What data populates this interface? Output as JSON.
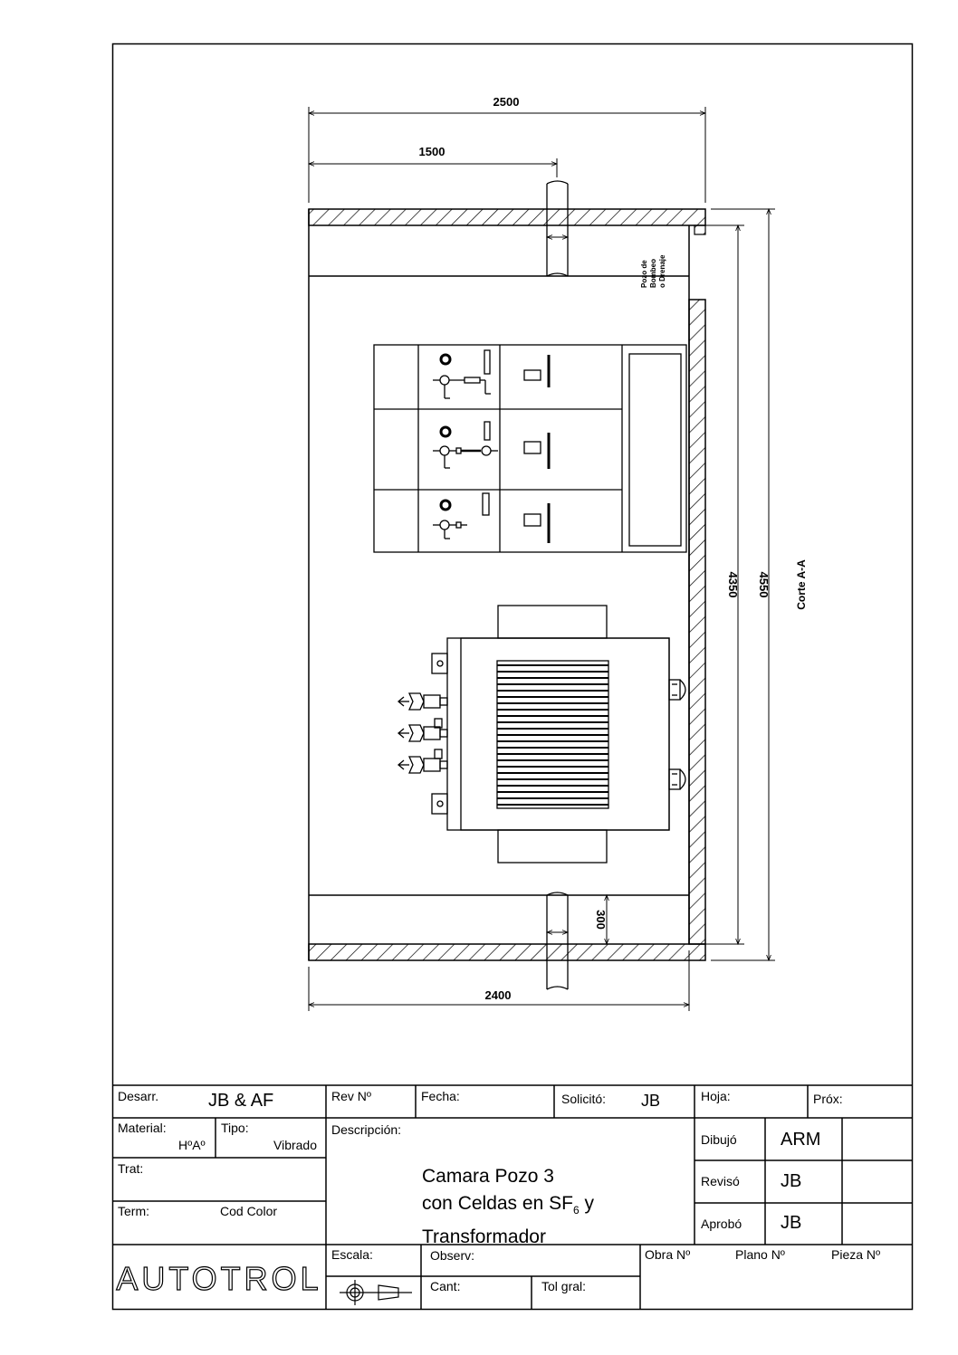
{
  "dimensions": {
    "overall_width": "2500",
    "axis_offset": "1500",
    "inner_width": "2400",
    "inner_height": "4350",
    "outer_height": "4550",
    "pit_depth": "300"
  },
  "labels": {
    "section": "Corte A-A",
    "drain_line1": "Pozo de",
    "drain_line2": "Bombeo",
    "drain_line3": "o Drenaje"
  },
  "title_block": {
    "desarr_label": "Desarr.",
    "desarr_value": "JB & AF",
    "rev_label": "Rev Nº",
    "fecha_label": "Fecha:",
    "solicito_label": "Solicitó:",
    "solicito_value": "JB",
    "hoja_label": "Hoja:",
    "prox_label": "Próx:",
    "material_label": "Material:",
    "material_value": "HºAº",
    "tipo_label": "Tipo:",
    "tipo_value": "Vibrado",
    "descripcion_label": "Descripción:",
    "descripcion_line1": "Camara Pozo 3",
    "descripcion_line2_a": "con Celdas en SF",
    "descripcion_line2_sub": "6",
    "descripcion_line2_b": " y",
    "descripcion_line3": "Transformador",
    "dibujo_label": "Dibujó",
    "dibujo_value": "ARM",
    "reviso_label": "Revisó",
    "reviso_value": "JB",
    "aprobo_label": "Aprobó",
    "aprobo_value": "JB",
    "trat_label": "Trat:",
    "term_label": "Term:",
    "cod_color_label": "Cod Color",
    "logo": "AUTOTROL",
    "escala_label": "Escala:",
    "observ_label": "Observ:",
    "cant_label": "Cant:",
    "tol_label": "Tol gral:",
    "obra_label": "Obra Nº",
    "plano_label": "Plano Nº",
    "pieza_label": "Pieza  Nº"
  }
}
